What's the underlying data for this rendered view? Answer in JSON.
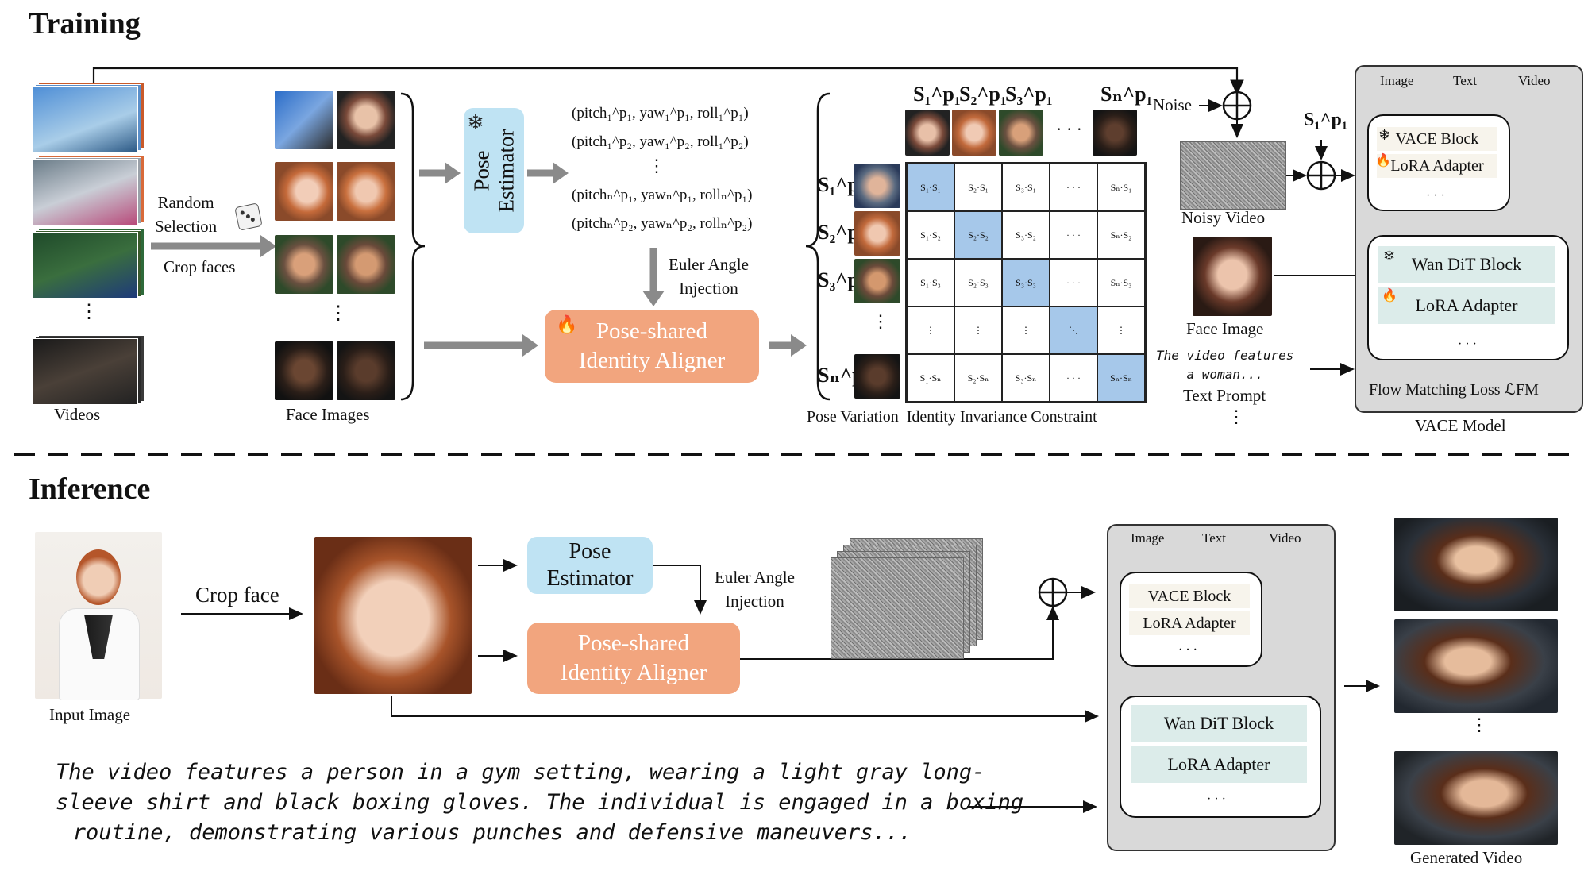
{
  "training": {
    "title": "Training",
    "videos_label": "Videos",
    "random_selection": "Random\nSelection",
    "crop_faces": "Crop faces",
    "face_images_label": "Face Images",
    "pose_estimator": "Pose\nEstimator",
    "pose_lines": [
      "(pitch₁^p₁, yaw₁^p₁, roll₁^p₁)",
      "(pitch₁^p₂, yaw₁^p₂, roll₁^p₂)",
      "(pitchₙ^p₁, yawₙ^p₁, rollₙ^p₁)",
      "(pitchₙ^p₂, yawₙ^p₂, rollₙ^p₂)"
    ],
    "euler_injection": "Euler Angle\nInjection",
    "aligner": "Pose-shared\nIdentity Aligner",
    "constraint_label": "Pose Variation–Identity Invariance Constraint",
    "col_headers": [
      "S₁^p₁",
      "S₂^p₁",
      "S₃^p₁",
      "Sₙ^p₁"
    ],
    "row_headers": [
      "S₁^p₂",
      "S₂^p₂",
      "S₃^p₂",
      "Sₙ^p₂"
    ],
    "matrix": [
      [
        "S₁·S₁",
        "S₂·S₁",
        "S₃·S₁",
        "· · ·",
        "Sₙ·S₁"
      ],
      [
        "S₁·S₂",
        "S₂·S₂",
        "S₃·S₂",
        "· · ·",
        "Sₙ·S₂"
      ],
      [
        "S₁·S₃",
        "S₂·S₃",
        "S₃·S₃",
        "· · ·",
        "Sₙ·S₃"
      ],
      [
        "⋮",
        "⋮",
        "⋮",
        "⋱",
        "⋮"
      ],
      [
        "S₁·Sₙ",
        "S₂·Sₙ",
        "S₃·Sₙ",
        "· · ·",
        "Sₙ·Sₙ"
      ]
    ],
    "noise_label": "Noise",
    "noisy_video": "Noisy Video",
    "s_label": "S₁^p₁",
    "face_image": "Face Image",
    "text_prompt_example": "The video features\na woman...",
    "text_prompt_label": "Text Prompt",
    "vace": {
      "image": "Image",
      "text": "Text",
      "video": "Video",
      "vace_block": "VACE Block",
      "lora": "LoRA Adapter",
      "wan_block": "Wan DiT Block",
      "lora2": "LoRA Adapter",
      "loss": "Flow Matching Loss ℒFM",
      "label": "VACE Model"
    }
  },
  "inference": {
    "title": "Inference",
    "input_image": "Input Image",
    "crop_face": "Crop face",
    "pose_estimator": "Pose\nEstimator",
    "euler_injection": "Euler Angle\nInjection",
    "aligner": "Pose-shared\nIdentity Aligner",
    "prompt": "The video features a person in a gym setting, wearing a light gray long-\nsleeve shirt and black boxing gloves. The individual is engaged in a boxing\nroutine, demonstrating various punches and defensive maneuvers...",
    "vace": {
      "image": "Image",
      "text": "Text",
      "video": "Video",
      "vace_block": "VACE Block",
      "lora": "LoRA Adapter",
      "wan_block": "Wan DiT Block",
      "lora2": "LoRA Adapter"
    },
    "generated_video": "Generated Video"
  },
  "colors": {
    "pose_box": "#bfe3f3",
    "aligner_box": "#f2a57e",
    "highlight": "#a6c8ea",
    "vace_bg": "#d9d9d9"
  },
  "icons": [
    "snowflake-icon",
    "flame-icon",
    "dice-icon",
    "plus-circle-icon"
  ]
}
